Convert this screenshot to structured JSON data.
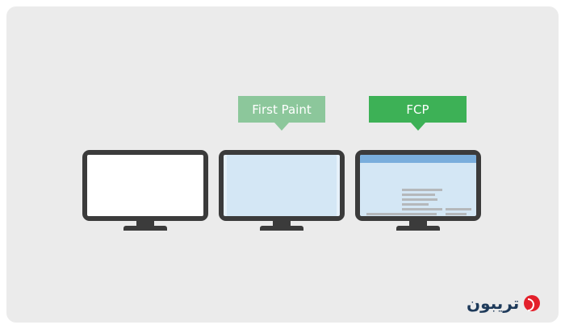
{
  "labels": {
    "first_paint": "First Paint",
    "fcp": "FCP"
  },
  "colors": {
    "first_paint": "#8cc79b",
    "fcp": "#3db156",
    "screen_blue": "#d4e7f5",
    "header_blue": "#7aaedc",
    "bezel": "#3b3b3b"
  },
  "logo": {
    "text": "تریبون"
  }
}
